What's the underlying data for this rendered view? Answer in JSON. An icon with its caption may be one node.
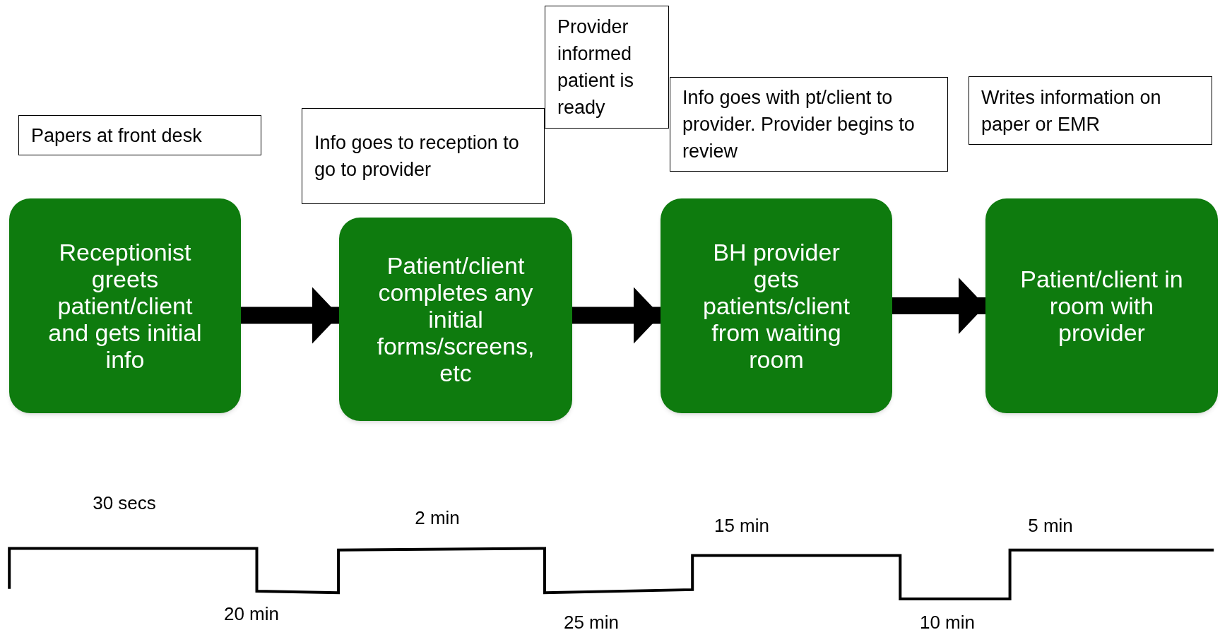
{
  "diagram": {
    "nodes": [
      {
        "text": [
          "Papers at front desk"
        ]
      },
      {
        "text": [
          "Info goes to reception to go to provider"
        ]
      },
      {
        "text": [
          "Provider informed patient is ready"
        ]
      },
      {
        "text": [
          "Info goes with pt/client to provider.  Provider begins to review"
        ]
      },
      {
        "text": [
          "Writes information on paper or EMR"
        ]
      },
      {
        "text": [
          "Receptionist greets patient/client and gets initial info"
        ]
      },
      {
        "text": [
          "Patient/client completes any initial forms/screens, etc"
        ]
      },
      {
        "text": [
          "BH provider gets patients/client from waiting room"
        ]
      },
      {
        "text": [
          "Patient/client in room with provider"
        ]
      }
    ],
    "edges": [
      {
        "from": 5,
        "to": 6,
        "arrow": "to"
      },
      {
        "from": 6,
        "to": 7,
        "arrow": "to"
      },
      {
        "from": 7,
        "to": 8,
        "arrow": "to"
      }
    ],
    "labels": [
      "30 secs",
      "2 min",
      "15 min",
      "5 min",
      "20 min",
      "25 min",
      "10 min"
    ]
  }
}
